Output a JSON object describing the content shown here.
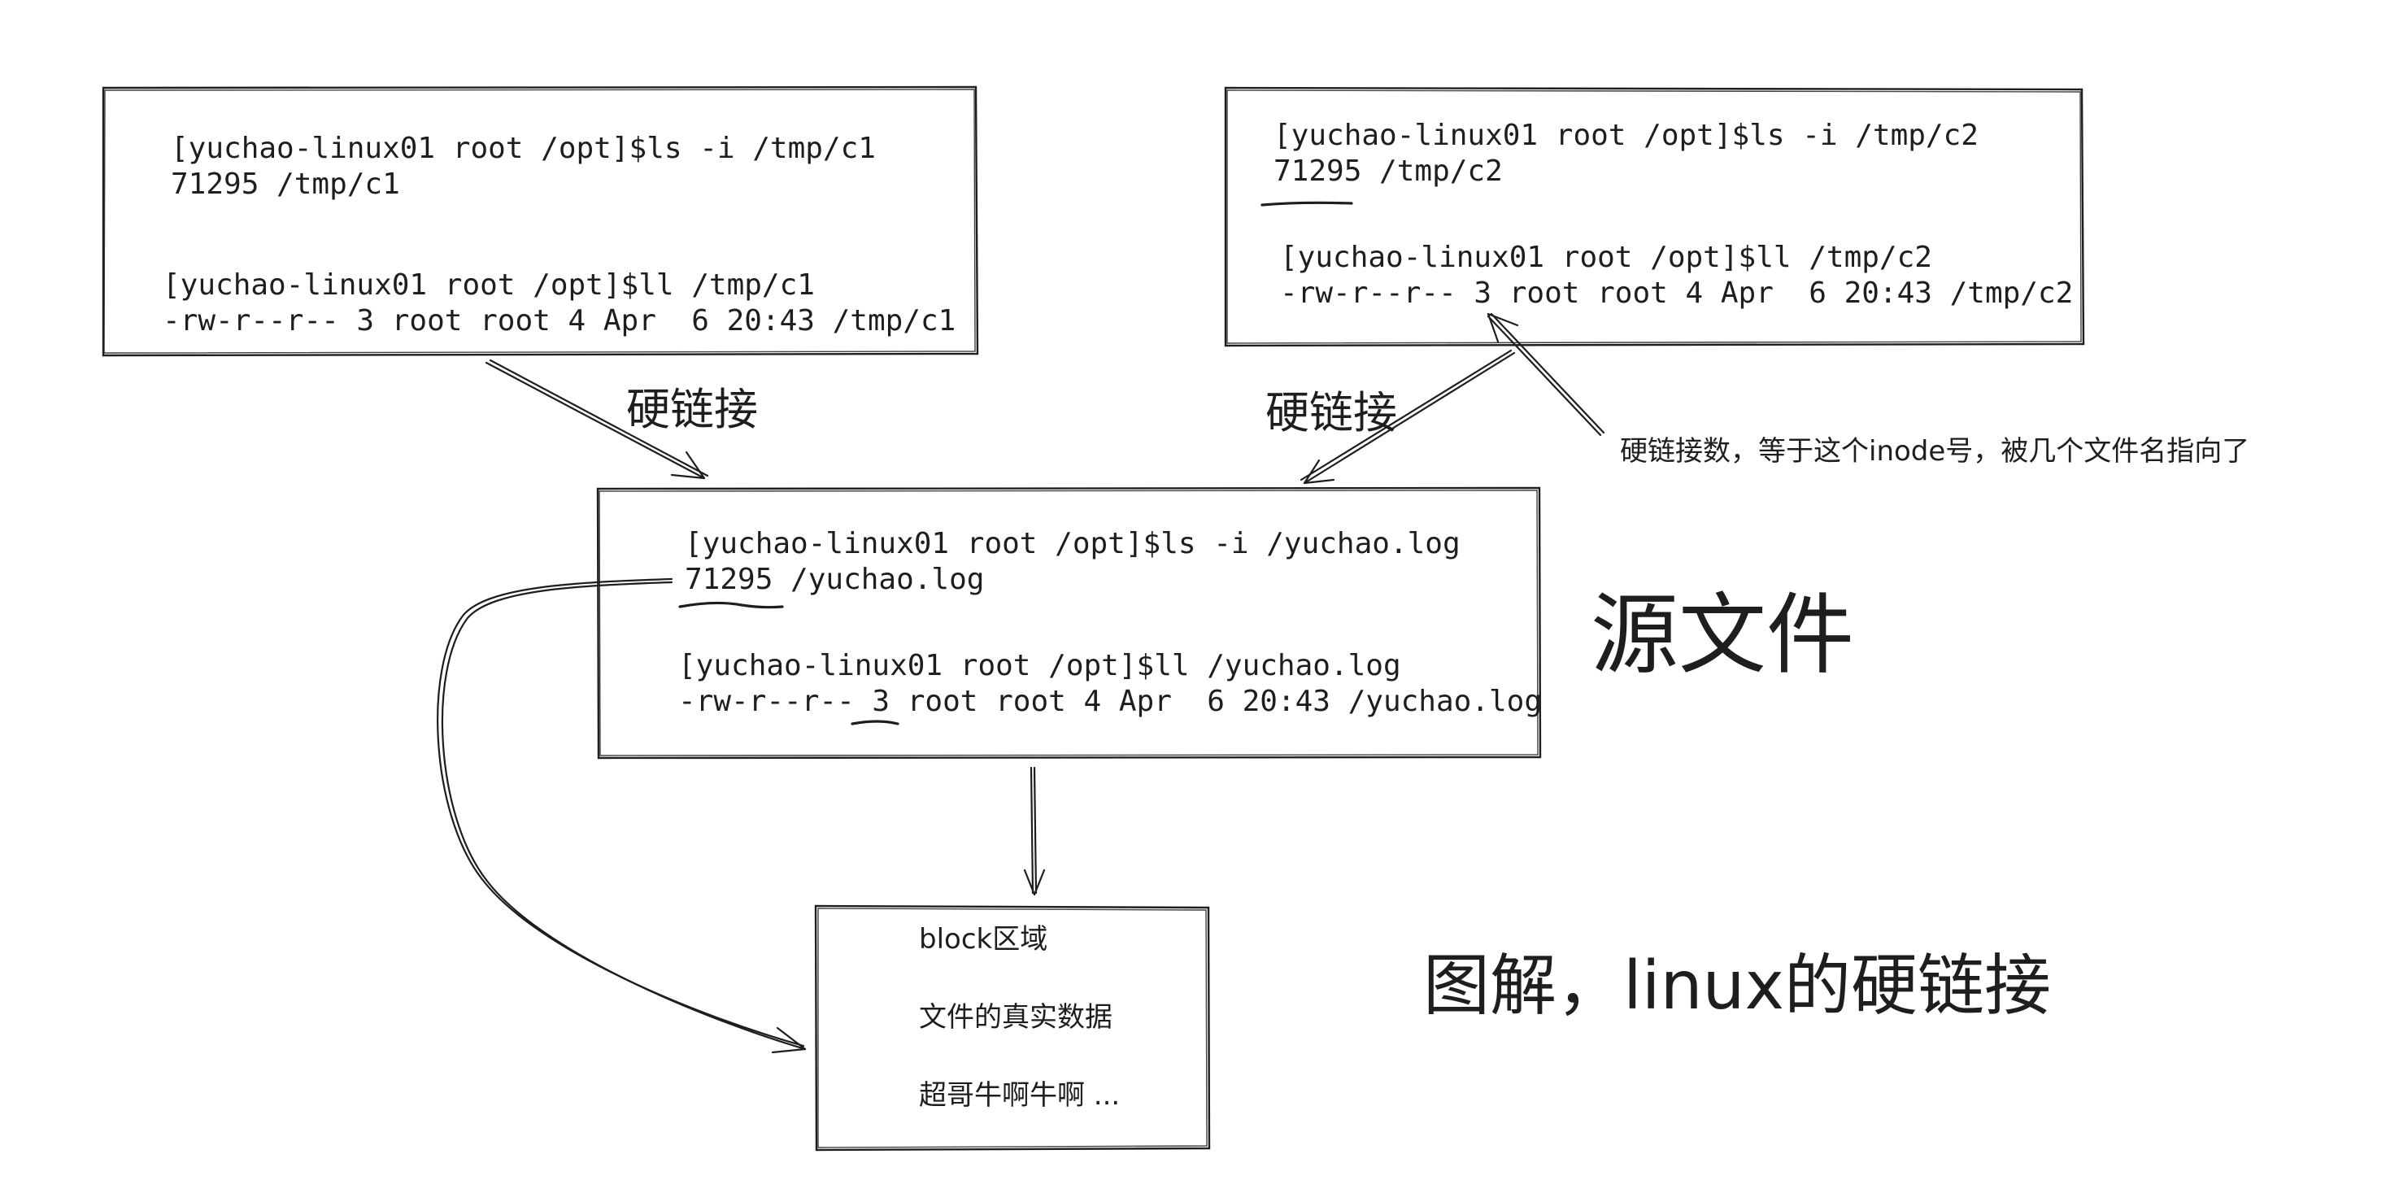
{
  "boxes": {
    "c1": {
      "cmd1": "[yuchao-linux01 root /opt]$ls -i /tmp/c1",
      "out1": "71295 /tmp/c1",
      "cmd2": "[yuchao-linux01 root /opt]$ll /tmp/c1",
      "out2": "-rw-r--r-- 3 root root 4 Apr  6 20:43 /tmp/c1"
    },
    "c2": {
      "cmd1": "[yuchao-linux01 root /opt]$ls -i /tmp/c2",
      "out1": "71295 /tmp/c2",
      "cmd2": "[yuchao-linux01 root /opt]$ll /tmp/c2",
      "out2": "-rw-r--r-- 3 root root 4 Apr  6 20:43 /tmp/c2"
    },
    "source": {
      "cmd1": "[yuchao-linux01 root /opt]$ls -i /yuchao.log",
      "out1": "71295 /yuchao.log",
      "cmd2": "[yuchao-linux01 root /opt]$ll /yuchao.log",
      "out2": "-rw-r--r-- 3 root root 4 Apr  6 20:43 /yuchao.log"
    },
    "block": {
      "line1": "block区域",
      "line2": "文件的真实数据",
      "line3": "超哥牛啊牛啊 ..."
    }
  },
  "labels": {
    "hardlink_left": "硬链接",
    "hardlink_right": "硬链接",
    "link_count_note": "硬链接数，等于这个inode号，被几个文件名指向了",
    "source_file": "源文件",
    "title": "图解，linux的硬链接"
  },
  "colors": {
    "ink": "#1e1e1e",
    "background": "#ffffff"
  }
}
